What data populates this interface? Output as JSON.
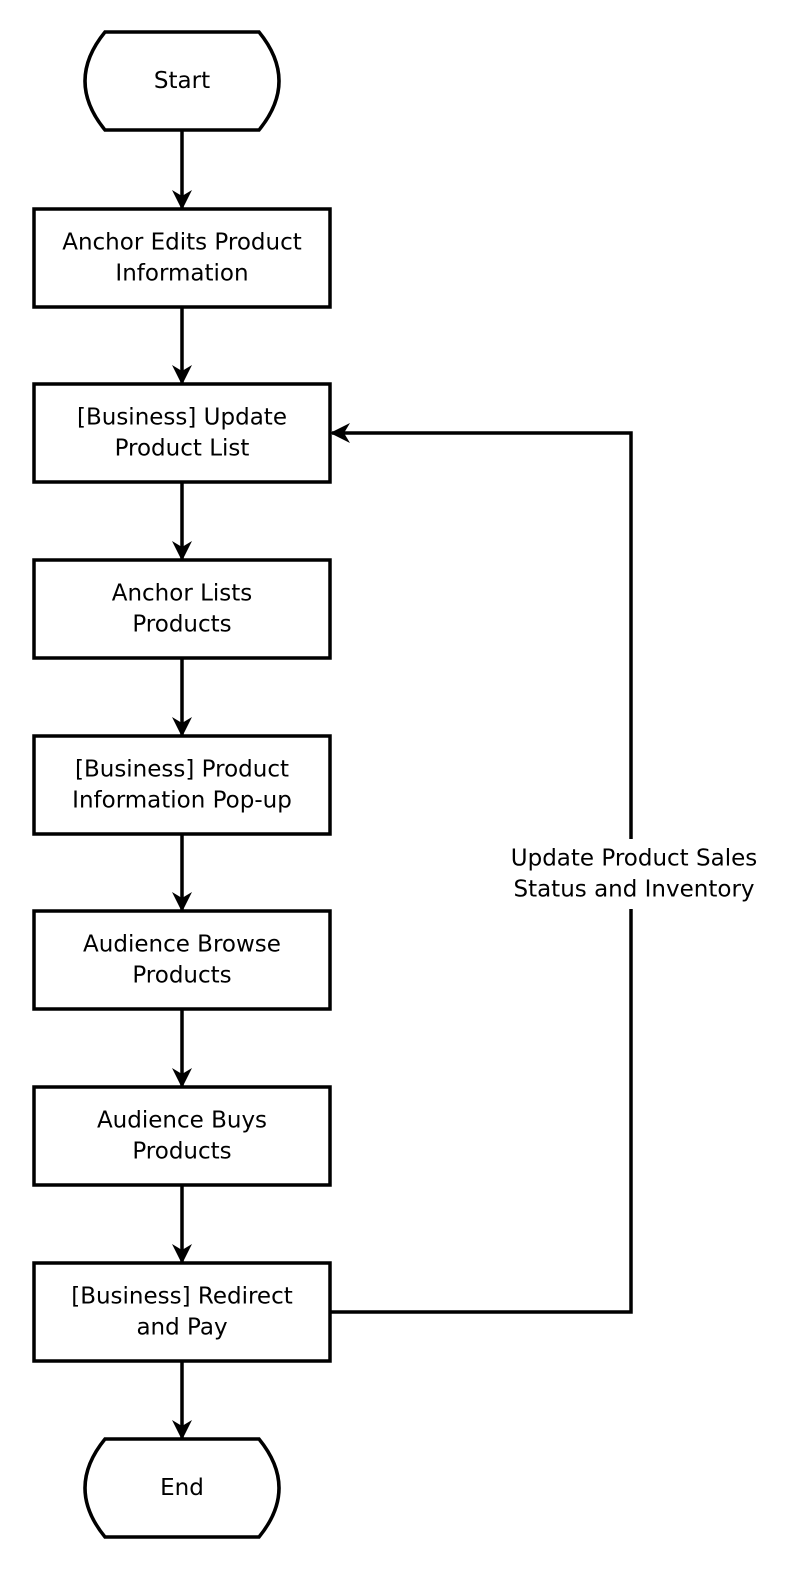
{
  "diagram": {
    "type": "flowchart",
    "direction": "top-to-bottom",
    "colors": {
      "stroke": "#000000",
      "fill": "#ffffff",
      "text": "#000000"
    },
    "nodes": [
      {
        "id": "start",
        "shape": "terminal",
        "lines": [
          "Start"
        ]
      },
      {
        "id": "anchor-edits",
        "shape": "process",
        "lines": [
          "Anchor Edits Product",
          "Information"
        ]
      },
      {
        "id": "update-list",
        "shape": "process",
        "lines": [
          "[Business] Update",
          "Product List"
        ]
      },
      {
        "id": "anchor-lists",
        "shape": "process",
        "lines": [
          "Anchor Lists",
          "Products"
        ]
      },
      {
        "id": "info-popup",
        "shape": "process",
        "lines": [
          "[Business] Product",
          "Information Pop-up"
        ]
      },
      {
        "id": "audience-browse",
        "shape": "process",
        "lines": [
          "Audience Browse",
          "Products"
        ]
      },
      {
        "id": "audience-buys",
        "shape": "process",
        "lines": [
          "Audience Buys",
          "Products"
        ]
      },
      {
        "id": "redirect-pay",
        "shape": "process",
        "lines": [
          "[Business] Redirect",
          "and Pay"
        ]
      },
      {
        "id": "end",
        "shape": "terminal",
        "lines": [
          "End"
        ]
      }
    ],
    "edges": [
      {
        "from": "start",
        "to": "anchor-edits"
      },
      {
        "from": "anchor-edits",
        "to": "update-list"
      },
      {
        "from": "update-list",
        "to": "anchor-lists"
      },
      {
        "from": "anchor-lists",
        "to": "info-popup"
      },
      {
        "from": "info-popup",
        "to": "audience-browse"
      },
      {
        "from": "audience-browse",
        "to": "audience-buys"
      },
      {
        "from": "audience-buys",
        "to": "redirect-pay"
      },
      {
        "from": "redirect-pay",
        "to": "end"
      },
      {
        "from": "redirect-pay",
        "to": "update-list",
        "route": "loop-right",
        "label": [
          "Update Product Sales",
          "Status and Inventory"
        ]
      }
    ]
  }
}
